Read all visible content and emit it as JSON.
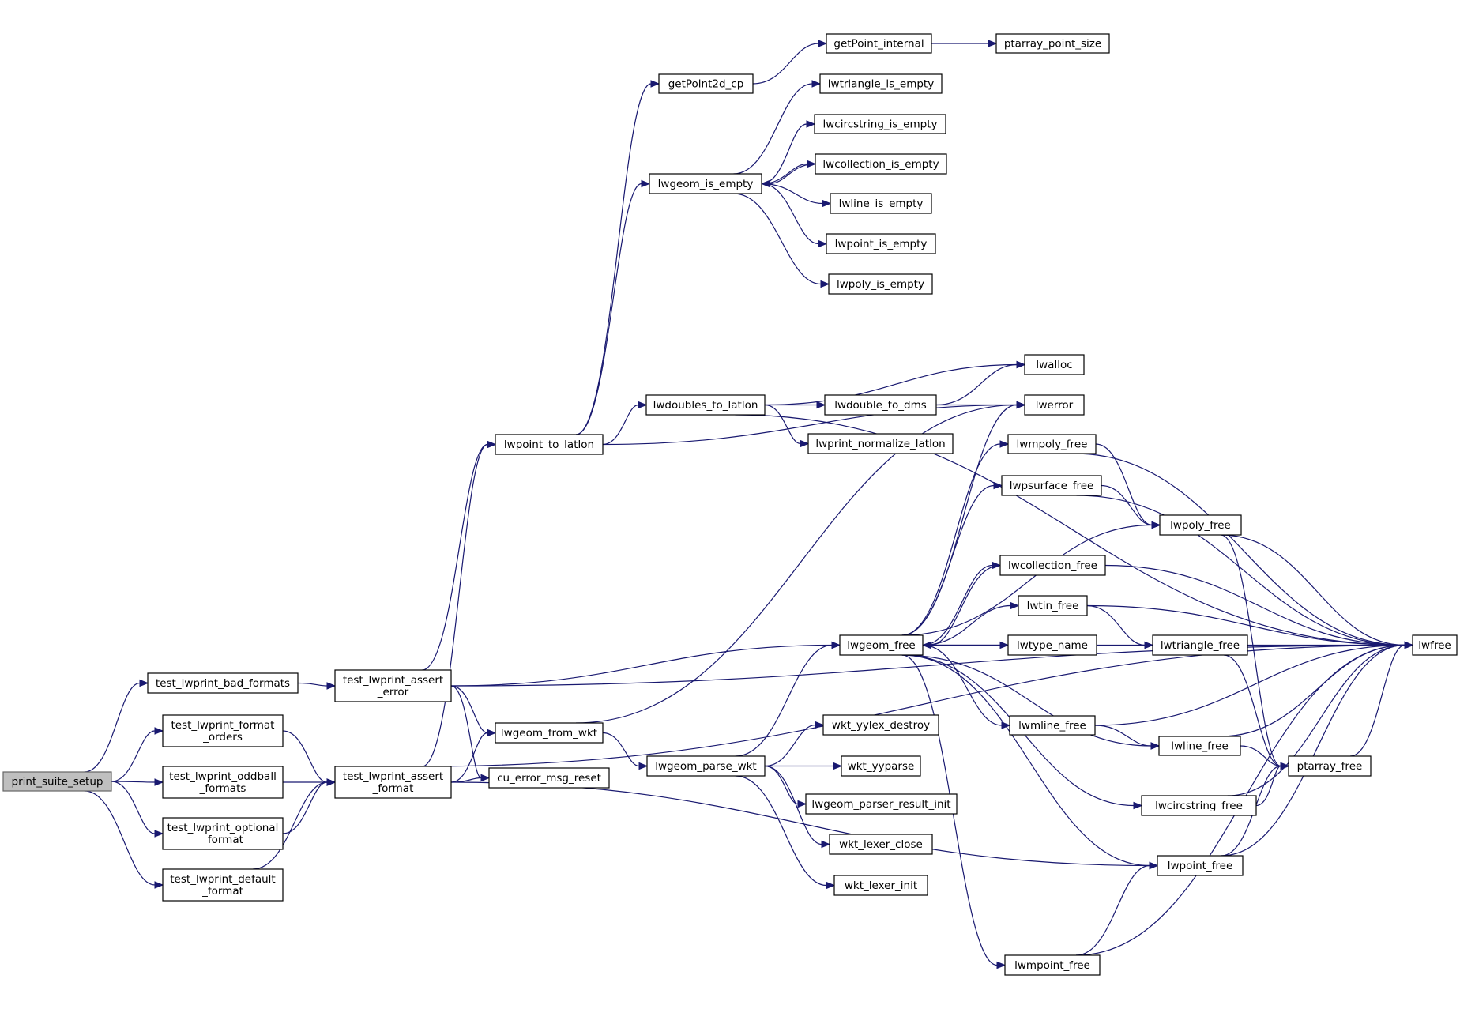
{
  "graph": {
    "nodes": [
      {
        "id": "print_suite_setup",
        "lines": [
          "print_suite_setup"
        ],
        "root": true
      },
      {
        "id": "test_lwprint_bad_formats",
        "lines": [
          "test_lwprint_bad_formats"
        ]
      },
      {
        "id": "test_lwprint_format_orders",
        "lines": [
          "test_lwprint_format",
          "_orders"
        ]
      },
      {
        "id": "test_lwprint_oddball_formats",
        "lines": [
          "test_lwprint_oddball",
          "_formats"
        ]
      },
      {
        "id": "test_lwprint_optional_format",
        "lines": [
          "test_lwprint_optional",
          "_format"
        ]
      },
      {
        "id": "test_lwprint_default_format",
        "lines": [
          "test_lwprint_default",
          "_format"
        ]
      },
      {
        "id": "test_lwprint_assert_error",
        "lines": [
          "test_lwprint_assert",
          "_error"
        ]
      },
      {
        "id": "test_lwprint_assert_format",
        "lines": [
          "test_lwprint_assert",
          "_format"
        ]
      },
      {
        "id": "lwpoint_to_latlon",
        "lines": [
          "lwpoint_to_latlon"
        ]
      },
      {
        "id": "lwgeom_from_wkt",
        "lines": [
          "lwgeom_from_wkt"
        ]
      },
      {
        "id": "cu_error_msg_reset",
        "lines": [
          "cu_error_msg_reset"
        ]
      },
      {
        "id": "getPoint2d_cp",
        "lines": [
          "getPoint2d_cp"
        ]
      },
      {
        "id": "lwgeom_is_empty",
        "lines": [
          "lwgeom_is_empty"
        ]
      },
      {
        "id": "lwdoubles_to_latlon",
        "lines": [
          "lwdoubles_to_latlon"
        ]
      },
      {
        "id": "lwgeom_parse_wkt",
        "lines": [
          "lwgeom_parse_wkt"
        ]
      },
      {
        "id": "getPoint_internal",
        "lines": [
          "getPoint_internal"
        ]
      },
      {
        "id": "ptarray_point_size",
        "lines": [
          "ptarray_point_size"
        ]
      },
      {
        "id": "lwtriangle_is_empty",
        "lines": [
          "lwtriangle_is_empty"
        ]
      },
      {
        "id": "lwcircstring_is_empty",
        "lines": [
          "lwcircstring_is_empty"
        ]
      },
      {
        "id": "lwcollection_is_empty",
        "lines": [
          "lwcollection_is_empty"
        ]
      },
      {
        "id": "lwline_is_empty",
        "lines": [
          "lwline_is_empty"
        ]
      },
      {
        "id": "lwpoint_is_empty",
        "lines": [
          "lwpoint_is_empty"
        ]
      },
      {
        "id": "lwpoly_is_empty",
        "lines": [
          "lwpoly_is_empty"
        ]
      },
      {
        "id": "lwdouble_to_dms",
        "lines": [
          "lwdouble_to_dms"
        ]
      },
      {
        "id": "lwprint_normalize_latlon",
        "lines": [
          "lwprint_normalize_latlon"
        ]
      },
      {
        "id": "lwalloc",
        "lines": [
          "lwalloc"
        ]
      },
      {
        "id": "lwerror",
        "lines": [
          "lwerror"
        ]
      },
      {
        "id": "lwgeom_free",
        "lines": [
          "lwgeom_free"
        ]
      },
      {
        "id": "wkt_yylex_destroy",
        "lines": [
          "wkt_yylex_destroy"
        ]
      },
      {
        "id": "wkt_yyparse",
        "lines": [
          "wkt_yyparse"
        ]
      },
      {
        "id": "lwgeom_parser_result_init",
        "lines": [
          "lwgeom_parser_result_init"
        ]
      },
      {
        "id": "wkt_lexer_close",
        "lines": [
          "wkt_lexer_close"
        ]
      },
      {
        "id": "wkt_lexer_init",
        "lines": [
          "wkt_lexer_init"
        ]
      },
      {
        "id": "lwmpoly_free",
        "lines": [
          "lwmpoly_free"
        ]
      },
      {
        "id": "lwpsurface_free",
        "lines": [
          "lwpsurface_free"
        ]
      },
      {
        "id": "lwcollection_free",
        "lines": [
          "lwcollection_free"
        ]
      },
      {
        "id": "lwtin_free",
        "lines": [
          "lwtin_free"
        ]
      },
      {
        "id": "lwtype_name",
        "lines": [
          "lwtype_name"
        ]
      },
      {
        "id": "lwmline_free",
        "lines": [
          "lwmline_free"
        ]
      },
      {
        "id": "lwmpoint_free",
        "lines": [
          "lwmpoint_free"
        ]
      },
      {
        "id": "lwpoly_free",
        "lines": [
          "lwpoly_free"
        ]
      },
      {
        "id": "lwtriangle_free",
        "lines": [
          "lwtriangle_free"
        ]
      },
      {
        "id": "lwline_free",
        "lines": [
          "lwline_free"
        ]
      },
      {
        "id": "lwcircstring_free",
        "lines": [
          "lwcircstring_free"
        ]
      },
      {
        "id": "lwpoint_free",
        "lines": [
          "lwpoint_free"
        ]
      },
      {
        "id": "ptarray_free",
        "lines": [
          "ptarray_free"
        ]
      },
      {
        "id": "lwfree",
        "lines": [
          "lwfree"
        ]
      }
    ],
    "edges": [
      [
        "print_suite_setup",
        "test_lwprint_bad_formats"
      ],
      [
        "print_suite_setup",
        "test_lwprint_format_orders"
      ],
      [
        "print_suite_setup",
        "test_lwprint_oddball_formats"
      ],
      [
        "print_suite_setup",
        "test_lwprint_optional_format"
      ],
      [
        "print_suite_setup",
        "test_lwprint_default_format"
      ],
      [
        "test_lwprint_bad_formats",
        "test_lwprint_assert_error"
      ],
      [
        "test_lwprint_format_orders",
        "test_lwprint_assert_format"
      ],
      [
        "test_lwprint_oddball_formats",
        "test_lwprint_assert_format"
      ],
      [
        "test_lwprint_optional_format",
        "test_lwprint_assert_format"
      ],
      [
        "test_lwprint_default_format",
        "test_lwprint_assert_format"
      ],
      [
        "test_lwprint_assert_error",
        "lwpoint_to_latlon"
      ],
      [
        "test_lwprint_assert_error",
        "lwgeom_from_wkt"
      ],
      [
        "test_lwprint_assert_error",
        "cu_error_msg_reset"
      ],
      [
        "test_lwprint_assert_error",
        "lwgeom_free"
      ],
      [
        "test_lwprint_assert_error",
        "lwfree"
      ],
      [
        "test_lwprint_assert_format",
        "lwpoint_to_latlon"
      ],
      [
        "test_lwprint_assert_format",
        "lwgeom_from_wkt"
      ],
      [
        "test_lwprint_assert_format",
        "cu_error_msg_reset"
      ],
      [
        "test_lwprint_assert_format",
        "lwpoint_free"
      ],
      [
        "test_lwprint_assert_format",
        "lwfree"
      ],
      [
        "lwpoint_to_latlon",
        "getPoint2d_cp"
      ],
      [
        "lwpoint_to_latlon",
        "lwgeom_is_empty"
      ],
      [
        "lwpoint_to_latlon",
        "lwdoubles_to_latlon"
      ],
      [
        "lwpoint_to_latlon",
        "lwerror"
      ],
      [
        "lwgeom_from_wkt",
        "lwgeom_parse_wkt"
      ],
      [
        "lwgeom_from_wkt",
        "lwerror"
      ],
      [
        "getPoint2d_cp",
        "getPoint_internal"
      ],
      [
        "getPoint_internal",
        "ptarray_point_size"
      ],
      [
        "lwgeom_is_empty",
        "lwtriangle_is_empty"
      ],
      [
        "lwgeom_is_empty",
        "lwcircstring_is_empty"
      ],
      [
        "lwgeom_is_empty",
        "lwcollection_is_empty"
      ],
      [
        "lwgeom_is_empty",
        "lwline_is_empty"
      ],
      [
        "lwgeom_is_empty",
        "lwpoint_is_empty"
      ],
      [
        "lwgeom_is_empty",
        "lwpoly_is_empty"
      ],
      [
        "lwcollection_is_empty",
        "lwgeom_is_empty"
      ],
      [
        "lwdoubles_to_latlon",
        "lwdouble_to_dms"
      ],
      [
        "lwdoubles_to_latlon",
        "lwprint_normalize_latlon"
      ],
      [
        "lwdoubles_to_latlon",
        "lwalloc"
      ],
      [
        "lwdoubles_to_latlon",
        "lwfree"
      ],
      [
        "lwdouble_to_dms",
        "lwalloc"
      ],
      [
        "lwdouble_to_dms",
        "lwerror"
      ],
      [
        "lwgeom_parse_wkt",
        "lwgeom_free"
      ],
      [
        "lwgeom_parse_wkt",
        "wkt_yylex_destroy"
      ],
      [
        "lwgeom_parse_wkt",
        "wkt_yyparse"
      ],
      [
        "lwgeom_parse_wkt",
        "lwgeom_parser_result_init"
      ],
      [
        "lwgeom_parse_wkt",
        "wkt_lexer_close"
      ],
      [
        "lwgeom_parse_wkt",
        "wkt_lexer_init"
      ],
      [
        "lwgeom_free",
        "lwerror"
      ],
      [
        "lwgeom_free",
        "lwmpoly_free"
      ],
      [
        "lwgeom_free",
        "lwpsurface_free"
      ],
      [
        "lwgeom_free",
        "lwpoly_free"
      ],
      [
        "lwgeom_free",
        "lwcollection_free"
      ],
      [
        "lwgeom_free",
        "lwtin_free"
      ],
      [
        "lwgeom_free",
        "lwtype_name"
      ],
      [
        "lwgeom_free",
        "lwtriangle_free"
      ],
      [
        "lwgeom_free",
        "lwmline_free"
      ],
      [
        "lwgeom_free",
        "lwline_free"
      ],
      [
        "lwgeom_free",
        "lwcircstring_free"
      ],
      [
        "lwgeom_free",
        "lwpoint_free"
      ],
      [
        "lwgeom_free",
        "lwmpoint_free"
      ],
      [
        "lwmpoly_free",
        "lwpoly_free"
      ],
      [
        "lwmpoly_free",
        "lwfree"
      ],
      [
        "lwpsurface_free",
        "lwpoly_free"
      ],
      [
        "lwpsurface_free",
        "lwfree"
      ],
      [
        "lwcollection_free",
        "lwgeom_free"
      ],
      [
        "lwcollection_free",
        "lwfree"
      ],
      [
        "lwtin_free",
        "lwtriangle_free"
      ],
      [
        "lwtin_free",
        "lwfree"
      ],
      [
        "lwmline_free",
        "lwline_free"
      ],
      [
        "lwmline_free",
        "lwfree"
      ],
      [
        "lwmpoint_free",
        "lwpoint_free"
      ],
      [
        "lwmpoint_free",
        "lwfree"
      ],
      [
        "lwpoly_free",
        "ptarray_free"
      ],
      [
        "lwpoly_free",
        "lwfree"
      ],
      [
        "lwtriangle_free",
        "ptarray_free"
      ],
      [
        "lwtriangle_free",
        "lwfree"
      ],
      [
        "lwline_free",
        "ptarray_free"
      ],
      [
        "lwline_free",
        "lwfree"
      ],
      [
        "lwcircstring_free",
        "ptarray_free"
      ],
      [
        "lwcircstring_free",
        "lwfree"
      ],
      [
        "lwpoint_free",
        "ptarray_free"
      ],
      [
        "lwpoint_free",
        "lwfree"
      ],
      [
        "ptarray_free",
        "lwfree"
      ]
    ]
  }
}
